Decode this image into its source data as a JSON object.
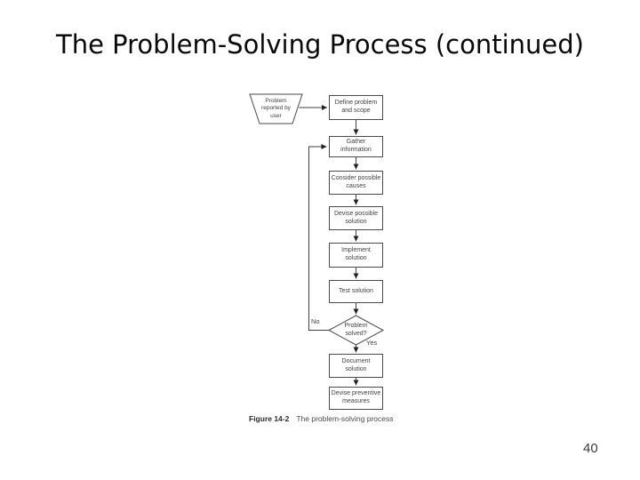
{
  "slide": {
    "title": "The Problem-Solving Process (continued)",
    "page_number": "40"
  },
  "flowchart": {
    "nodes": {
      "reported": {
        "shape": "trapezoid",
        "lines": [
          "Problem",
          "reported by",
          "user"
        ]
      },
      "define": {
        "shape": "process",
        "lines": [
          "Define problem",
          "and scope"
        ]
      },
      "gather": {
        "shape": "process",
        "lines": [
          "Gather",
          "information"
        ]
      },
      "consider": {
        "shape": "process",
        "lines": [
          "Consider possible",
          "causes"
        ]
      },
      "devise": {
        "shape": "process",
        "lines": [
          "Devise possible",
          "solution"
        ]
      },
      "implement": {
        "shape": "process",
        "lines": [
          "Implement",
          "solution"
        ]
      },
      "test": {
        "shape": "process",
        "lines": [
          "Test solution"
        ]
      },
      "solved": {
        "shape": "decision",
        "lines": [
          "Problem",
          "solved?"
        ]
      },
      "document": {
        "shape": "process",
        "lines": [
          "Document",
          "solution"
        ]
      },
      "preventive": {
        "shape": "process",
        "lines": [
          "Devise preventive",
          "measures"
        ]
      }
    },
    "branch_labels": {
      "no": "No",
      "yes": "Yes"
    },
    "caption": {
      "label": "Figure 14-2",
      "text": "The problem-solving process"
    },
    "colors": {
      "line": "#3f3f3f",
      "box_border": "#4a4a4a",
      "arrowhead": "#222222"
    }
  }
}
